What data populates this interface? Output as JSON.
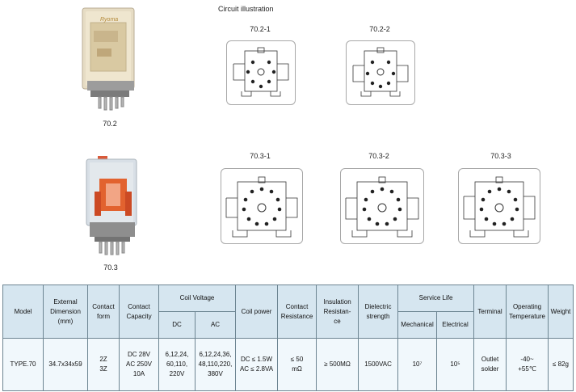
{
  "circuit_title": "Circuit illustration",
  "products": [
    {
      "caption": "70.2"
    },
    {
      "caption": "70.3"
    }
  ],
  "diagrams": [
    "70.2-1",
    "70.2-2",
    "70.3-1",
    "70.3-2",
    "70.3-3"
  ],
  "table": {
    "headers": {
      "model": "Model",
      "dimension": [
        "External",
        "Dimension",
        "(mm)"
      ],
      "contact_form": [
        "Contact",
        "form"
      ],
      "contact_capacity": [
        "Contact",
        "Capacity"
      ],
      "coil_voltage": "Coil Voltage",
      "dc": "DC",
      "ac": "AC",
      "coil_power": "Coil power",
      "contact_resistance": [
        "Contact",
        "Resistance"
      ],
      "insulation": [
        "Insulation",
        "Resistan-",
        "ce"
      ],
      "dielectric": [
        "Dielectric",
        "strength"
      ],
      "service_life": "Service Life",
      "mechanical": "Mechanical",
      "electrical": "Electrical",
      "terminal": "Terminal",
      "operating_temp": [
        "Operating",
        "Temperature"
      ],
      "weight": "Weight"
    },
    "row": {
      "model": "TYPE.70",
      "dimension": "34.7x34x59",
      "contact_form": [
        "2Z",
        "3Z"
      ],
      "contact_capacity": [
        "DC 28V",
        "AC 250V",
        "10A"
      ],
      "dc": [
        "6,12,24,",
        "60,110,",
        "220V"
      ],
      "ac": [
        "6,12,24,36,",
        "48,110,220,",
        "380V"
      ],
      "coil_power": [
        "DC ≤ 1.5W",
        "AC ≤ 2.8VA"
      ],
      "contact_resistance": [
        "≤ 50",
        "mΩ"
      ],
      "insulation": "≥ 500MΩ",
      "dielectric": "1500VAC",
      "mechanical": "10⁷",
      "electrical": "10⁵",
      "terminal": [
        "Outlet",
        "solder"
      ],
      "operating_temp": [
        "-40~",
        "+55℃"
      ],
      "weight": "≤ 82g"
    }
  },
  "colors": {
    "header_bg": "#d6e6f0",
    "cell_bg": "#f1f8fc",
    "border": "#6d8592"
  }
}
